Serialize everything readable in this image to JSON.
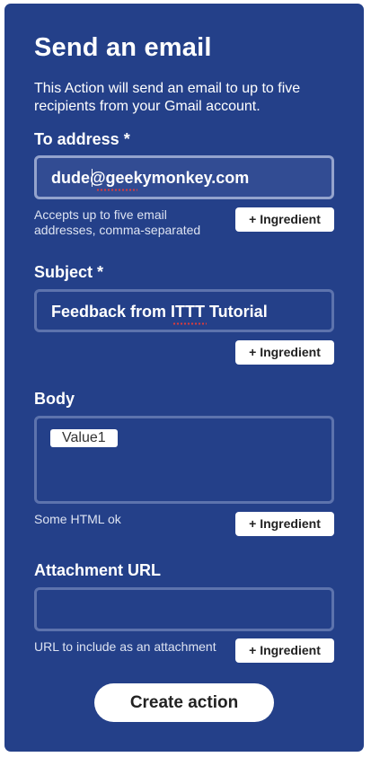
{
  "form": {
    "title": "Send an email",
    "description": "This Action will send an email to up to five recipients from your Gmail account."
  },
  "to_address": {
    "label": "To address *",
    "value": "dude@geekymonkey.com",
    "help": "Accepts up to five email addresses, comma-separated",
    "ingredient_label": "+ Ingredient"
  },
  "subject": {
    "label": "Subject *",
    "value": "Feedback from ITTT Tutorial",
    "ingredient_label": "+ Ingredient"
  },
  "body": {
    "label": "Body",
    "token": "Value1",
    "help": "Some HTML ok",
    "ingredient_label": "+ Ingredient"
  },
  "attachment": {
    "label": "Attachment URL",
    "value": "",
    "help": "URL to include as an attachment",
    "ingredient_label": "+ Ingredient"
  },
  "actions": {
    "create_label": "Create action"
  },
  "colors": {
    "panel_bg": "#244089",
    "field_border": "#5d73ad",
    "field_border_focused": "#94a3cd",
    "spellcheck_underline": "#e03b3b"
  }
}
